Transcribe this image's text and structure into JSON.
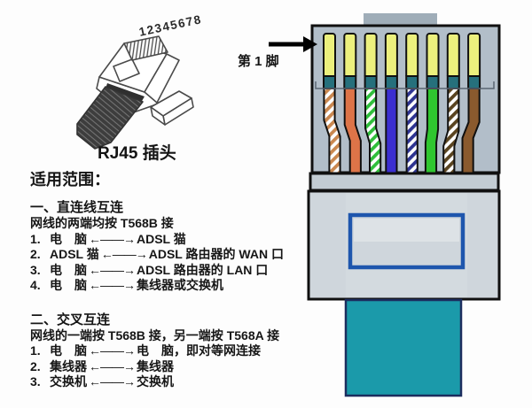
{
  "illustration": {
    "pin_numbers": "12345678",
    "plug_label": "RJ45 插头"
  },
  "scope": {
    "title": "适用范围：",
    "sections": [
      {
        "heading": "一、直连线互连",
        "subheading": "网线的两端均按 T568B 接",
        "items": [
          {
            "num": "1.",
            "a": "电　脑",
            "arrow": "←——→",
            "b": "ADSL 猫"
          },
          {
            "num": "2.",
            "a": "ADSL 猫",
            "arrow": "←——→",
            "b": "ADSL 路由器的 WAN 口"
          },
          {
            "num": "3.",
            "a": "电　脑",
            "arrow": "←——→",
            "b": "ADSL 路由器的 LAN 口"
          },
          {
            "num": "4.",
            "a": "电　脑",
            "arrow": "←——→",
            "b": "集线器或交换机"
          }
        ]
      },
      {
        "heading": "二、交叉互连",
        "subheading": "网线的一端按 T568B 接，另一端按 T568A 接",
        "items": [
          {
            "num": "1.",
            "a": "电　脑",
            "arrow": "←——→",
            "b": "电　脑，即对等网连接"
          },
          {
            "num": "2.",
            "a": "集线器",
            "arrow": "←——→",
            "b": "集线器"
          },
          {
            "num": "3.",
            "a": "交换机",
            "arrow": "←——→",
            "b": "交换机"
          }
        ]
      }
    ]
  },
  "connector": {
    "pin1_label": "第 1 脚",
    "pin_count": 8,
    "colors": {
      "body": "#b2bec9",
      "tab": "#9fadb8",
      "pin": "#ecf07d",
      "contact": "#26707c",
      "strip": "#c3ccd3",
      "boot": "#cfd6dc",
      "window_border": "#1e56ad",
      "cable": "#1b9aaa"
    },
    "wires": [
      {
        "pin": 1,
        "name": "white-orange",
        "style": "striped",
        "color": "#c9874f"
      },
      {
        "pin": 2,
        "name": "orange",
        "style": "solid",
        "color": "#dd7448"
      },
      {
        "pin": 3,
        "name": "white-green",
        "style": "striped",
        "color": "#2fbe3b"
      },
      {
        "pin": 4,
        "name": "blue",
        "style": "solid",
        "color": "#3b2ed0"
      },
      {
        "pin": 5,
        "name": "white-blue",
        "style": "striped",
        "color": "#2e3492"
      },
      {
        "pin": 6,
        "name": "green",
        "style": "solid",
        "color": "#2fc62f"
      },
      {
        "pin": 7,
        "name": "white-brown",
        "style": "striped",
        "color": "#5a4420"
      },
      {
        "pin": 8,
        "name": "brown",
        "style": "solid",
        "color": "#8a5a2e"
      }
    ]
  }
}
